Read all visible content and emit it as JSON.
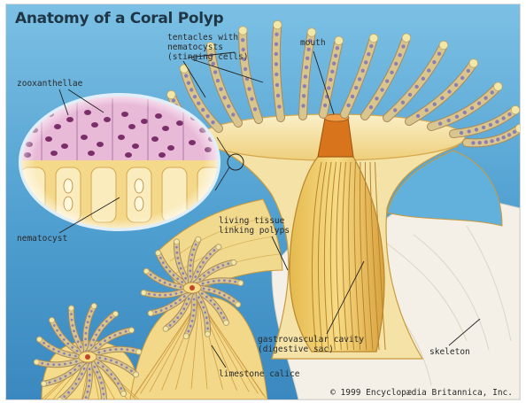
{
  "title": "Anatomy of a Coral Polyp",
  "labels": {
    "tentacles": "tentacles with\nnematocysts\n(stinging cells)",
    "mouth": "mouth",
    "zooxanthellae": "zooxanthellae",
    "nematocyst": "nematocyst",
    "living_tissue": "living tissue\nlinking polyps",
    "gastrovascular": "gastrovascular cavity\n(digestive sac)",
    "skeleton": "skeleton",
    "limestone": "limestone calice"
  },
  "copyright": "© 1999 Encyclopædia Britannica, Inc.",
  "colors": {
    "water": "#5aa9d6",
    "water_light": "#bfe3f3",
    "tissue": "#f2dc93",
    "tissue_dark": "#c99a3c",
    "mouth": "#d8741c",
    "skeleton": "#f3efe6",
    "zoox_bg": "#e7b6d6",
    "zoox_dot": "#7a2f6b",
    "tentacle_tip": "#f0e7a8"
  }
}
